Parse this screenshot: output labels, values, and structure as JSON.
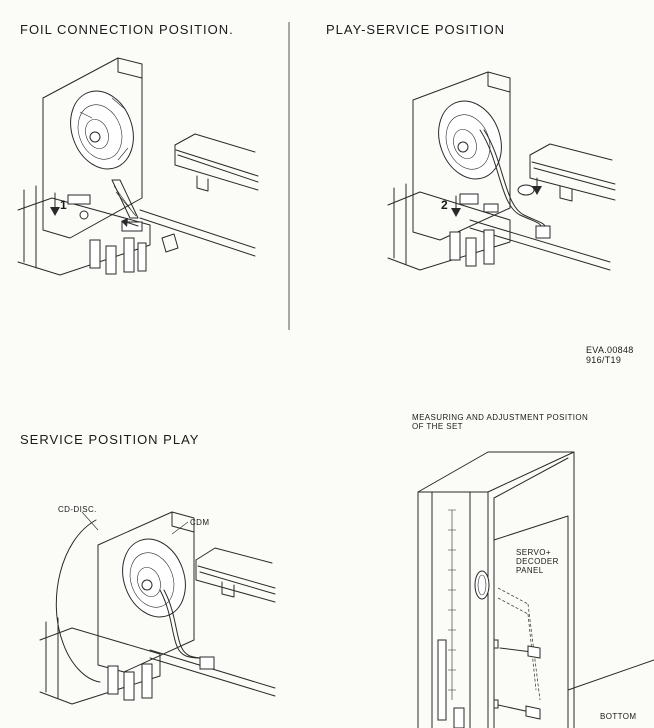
{
  "figures": {
    "foil": {
      "title": "FOIL CONNECTION POSITION.",
      "step": "1"
    },
    "play_service": {
      "title": "PLAY-SERVICE POSITION",
      "step": "2"
    },
    "service_play": {
      "title": "SERVICE POSITION PLAY",
      "label_disc": "CD-DISC.",
      "label_cdm": "CDM"
    },
    "measuring": {
      "title_line1": "MEASURING AND ADJUSTMENT POSITION",
      "title_line2": "OF THE SET",
      "panel_line1": "SERVO+",
      "panel_line2": "DECODER",
      "panel_line3": "PANEL",
      "bottom_label": "BOTTOM"
    }
  },
  "reference": {
    "line1": "EVA.00848",
    "line2": "916/T19"
  }
}
